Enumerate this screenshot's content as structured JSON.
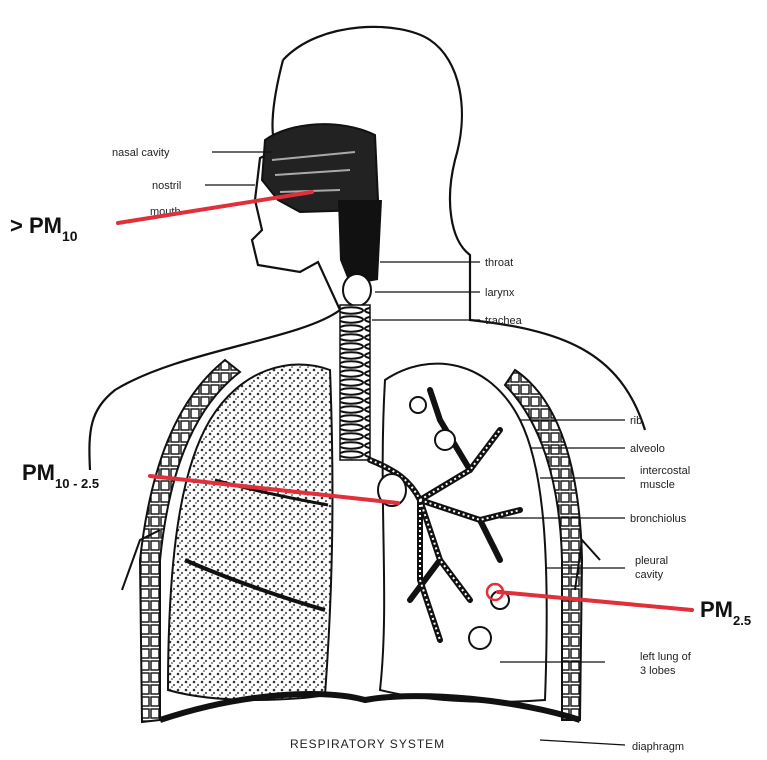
{
  "title": "RESPIRATORY SYSTEM",
  "colors": {
    "ink": "#111111",
    "arrow": "#e0303a",
    "background": "#ffffff"
  },
  "anatomy_labels": {
    "nasal_cavity": "nasal cavity",
    "nostril": "nostril",
    "mouth": "mouth",
    "throat": "throat",
    "larynx": "larynx",
    "trachea": "trachea",
    "rib": "rib",
    "alveolo": "alveolo",
    "intercostal_muscle_1": "intercostal",
    "intercostal_muscle_2": "muscle",
    "bronchiole": "bronchiolus",
    "pleural_cavity_1": "pleural",
    "pleural_cavity_2": "cavity",
    "left_lung_1": "left lung of",
    "left_lung_2": "3 lobes",
    "diaphragm": "diaphragm"
  },
  "pm_labels": {
    "pm10": {
      "prefix": "> PM",
      "sub": "10"
    },
    "pm10_25": {
      "prefix": "PM",
      "sub": "10 - 2.5"
    },
    "pm25": {
      "prefix": "PM",
      "sub": "2.5"
    }
  }
}
